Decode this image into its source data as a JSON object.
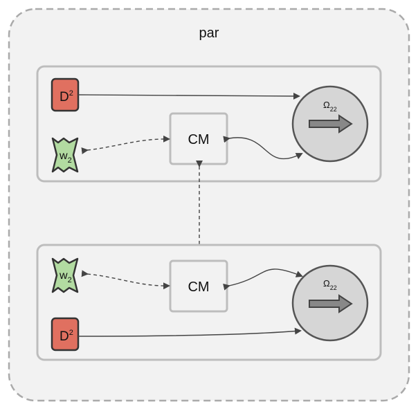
{
  "outer": {
    "label": "par"
  },
  "top_group": {
    "d_node": {
      "base": "D",
      "sup": "2",
      "color": "#e07060"
    },
    "w_node": {
      "base": "w",
      "sub": "2",
      "color": "#b2dba1"
    },
    "cm_node": {
      "label": "CM"
    },
    "omega_node": {
      "base": "Ω",
      "sub": "22"
    }
  },
  "bottom_group": {
    "d_node": {
      "base": "D",
      "sup": "2",
      "color": "#e07060"
    },
    "w_node": {
      "base": "w",
      "sub": "2",
      "color": "#b2dba1"
    },
    "cm_node": {
      "label": "CM"
    },
    "omega_node": {
      "base": "Ω",
      "sub": "22"
    }
  },
  "colors": {
    "outer_fill": "#f2f2f2",
    "outer_stroke": "#aaaaaa",
    "group_fill": "#f2f2f2",
    "group_stroke": "#bdbdbd",
    "cm_fill": "#f2f2f2",
    "cm_stroke": "#bdbdbd",
    "omega_fill": "#d6d6d6",
    "omega_stroke": "#555555",
    "edge": "#444444"
  }
}
